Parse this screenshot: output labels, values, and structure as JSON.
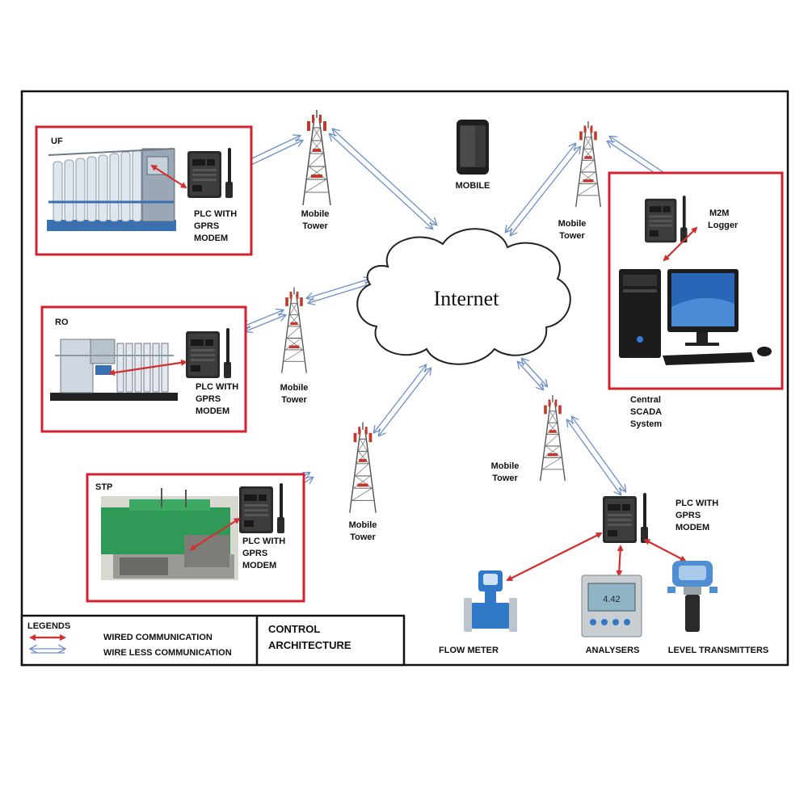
{
  "internet": "Internet",
  "mobile_label": "MOBILE",
  "towers": {
    "t1": [
      "Mobile",
      "Tower"
    ],
    "t2": [
      "Mobile",
      "Tower"
    ],
    "t3": [
      "Mobile",
      "Tower"
    ],
    "t4": [
      "Mobile",
      "Tower"
    ],
    "t5": [
      "Mobile",
      "Tower"
    ]
  },
  "plants": {
    "uf": {
      "tag": "UF",
      "plc": [
        "PLC WITH",
        "GPRS",
        "MODEM"
      ]
    },
    "ro": {
      "tag": "RO",
      "plc": [
        "PLC WITH",
        "GPRS",
        "MODEM"
      ]
    },
    "stp": {
      "tag": "STP",
      "plc": [
        "PLC WITH",
        "GPRS",
        "MODEM"
      ]
    }
  },
  "scada": {
    "m2m": [
      "M2M",
      "Logger"
    ],
    "caption": [
      "Central",
      "SCADA",
      "System"
    ]
  },
  "field": {
    "plc": [
      "PLC WITH",
      "GPRS",
      "MODEM"
    ],
    "flow_meter": "FLOW  METER",
    "analysers": "ANALYSERS",
    "analyser_display": "4.42",
    "level": "LEVEL TRANSMITTERS"
  },
  "legend": {
    "heading": "LEGENDS",
    "wired": "WIRED COMMUNICATION",
    "wireless": "WIRE LESS COMMUNICATION",
    "title_line1": "CONTROL",
    "title_line2": "ARCHITECTURE"
  },
  "colors": {
    "plant_box": "#d6202f",
    "wired": "#d32f2f",
    "wireless": "#6f90c8"
  }
}
